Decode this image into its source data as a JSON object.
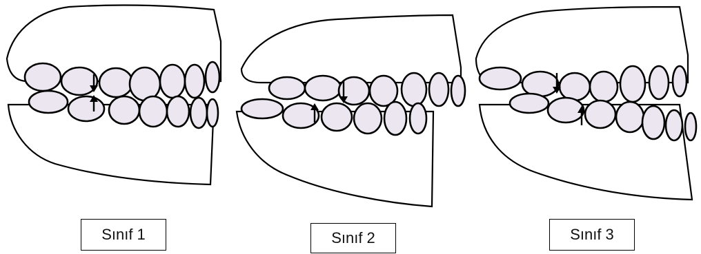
{
  "panels": [
    {
      "label": "Sınıf 1"
    },
    {
      "label": "Sınıf 2"
    },
    {
      "label": "Sınıf 3"
    }
  ]
}
